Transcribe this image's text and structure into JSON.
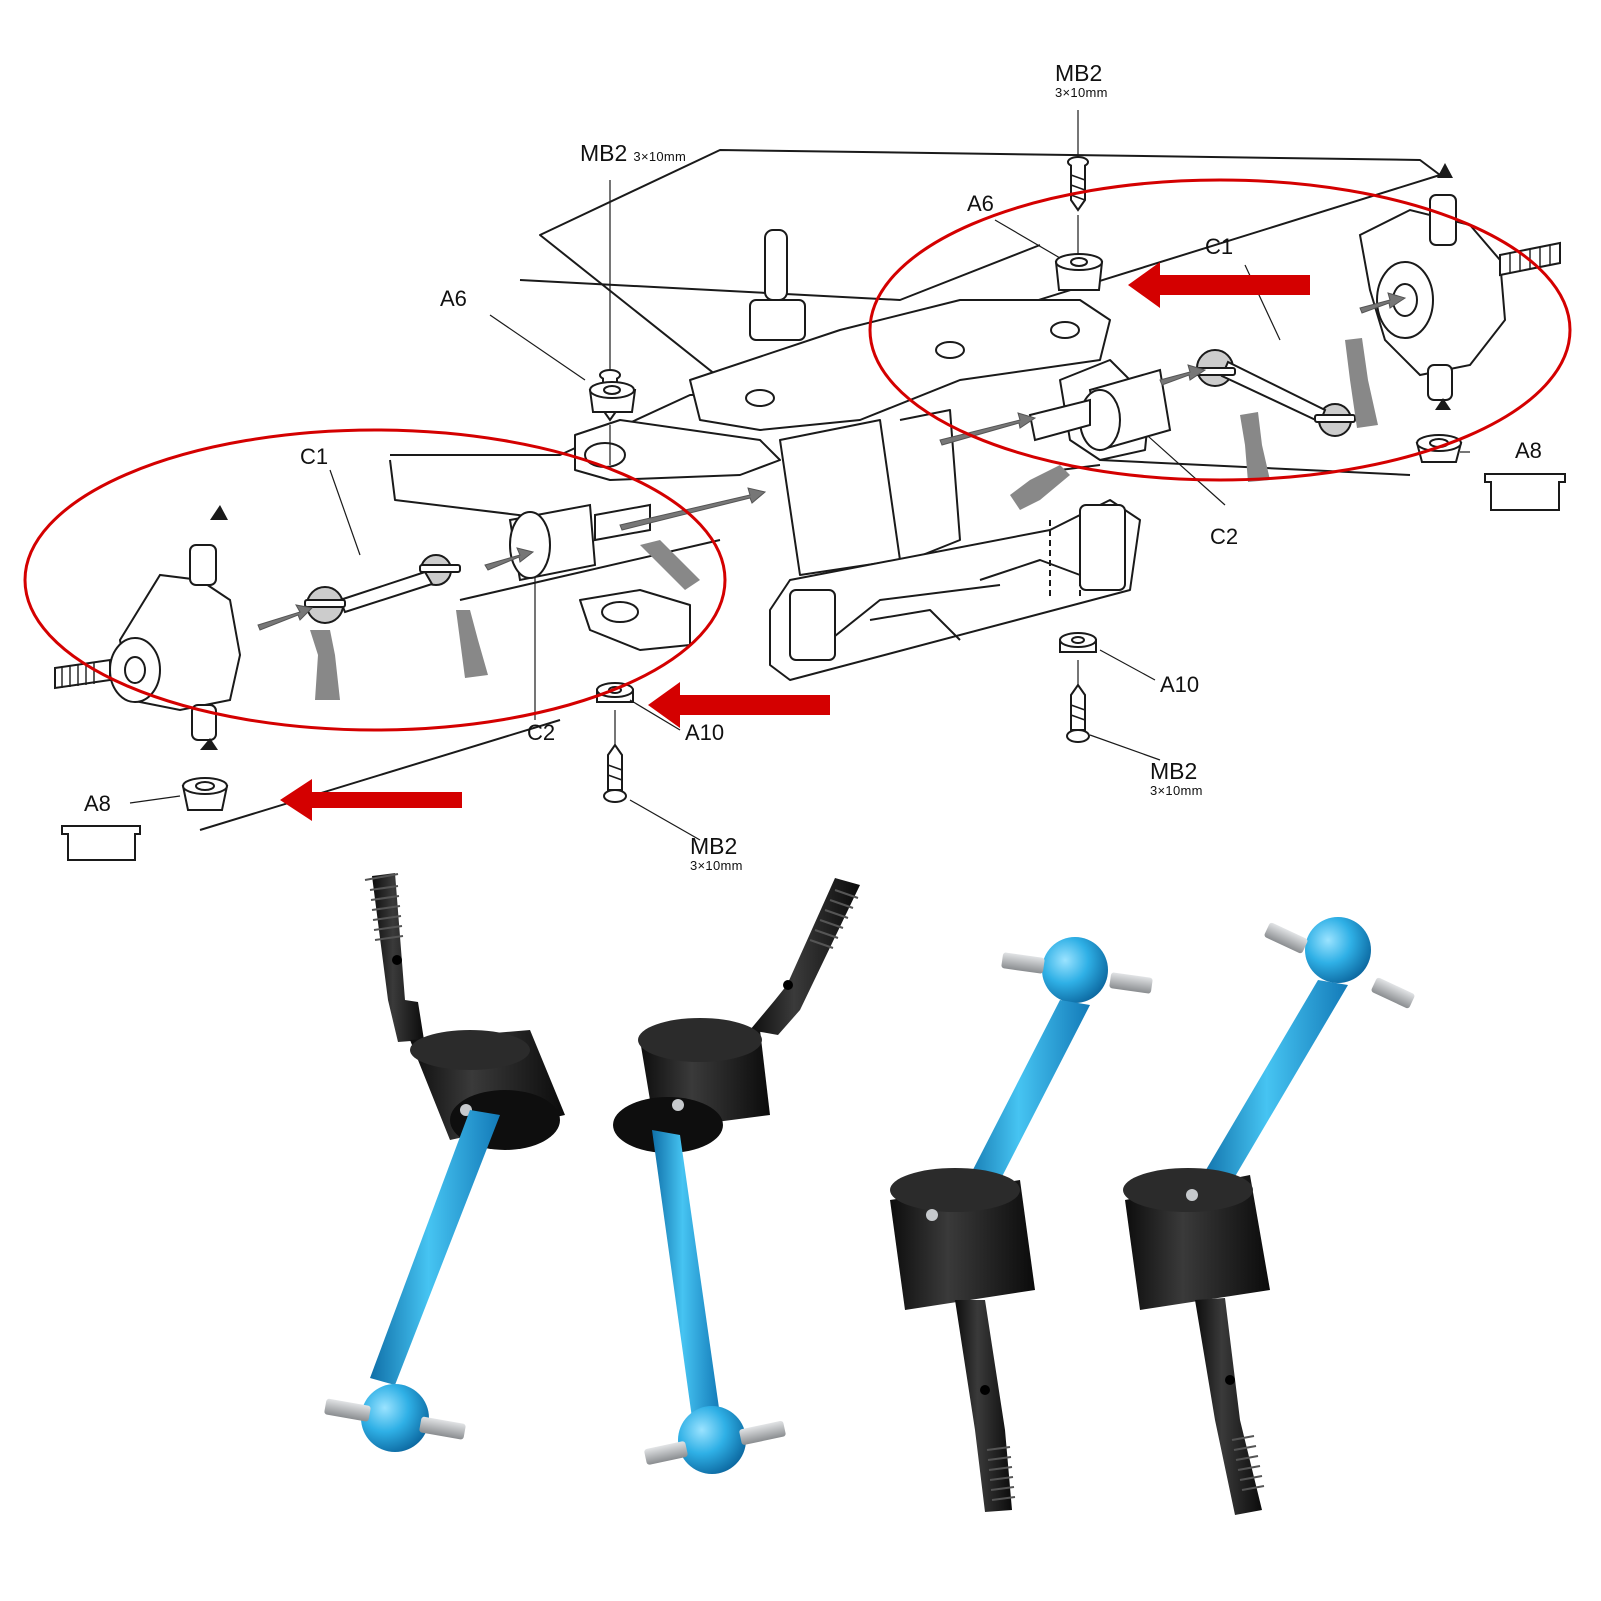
{
  "colors": {
    "highlight_red": "#d40000",
    "line_art": "#1a1a1a",
    "part_blue": "#2aa7e0",
    "part_black": "#1b1b1b",
    "pin_silver": "#b9bcc0",
    "arrow_gray": "#777777"
  },
  "labels": {
    "mb2_top_right": {
      "code": "MB2",
      "size": "3×10mm"
    },
    "mb2_top_center": {
      "code": "MB2",
      "size": "3×10mm"
    },
    "a6_left": "A6",
    "a6_right": "A6",
    "c1_left": "C1",
    "c1_right": "C1",
    "c2_left": "C2",
    "c2_right": "C2",
    "a8_left": "A8",
    "a8_right": "A8",
    "a10_left": "A10",
    "a10_right": "A10",
    "mb2_bottom_center": {
      "code": "MB2",
      "size": "3×10mm"
    },
    "mb2_bottom_right": {
      "code": "MB2",
      "size": "3×10mm"
    }
  },
  "product_photo": {
    "parts": [
      "left-driveshaft-cup-up",
      "center-left-driveshaft-cup-up",
      "center-right-driveshaft-cup-down",
      "right-driveshaft-cup-down"
    ]
  }
}
